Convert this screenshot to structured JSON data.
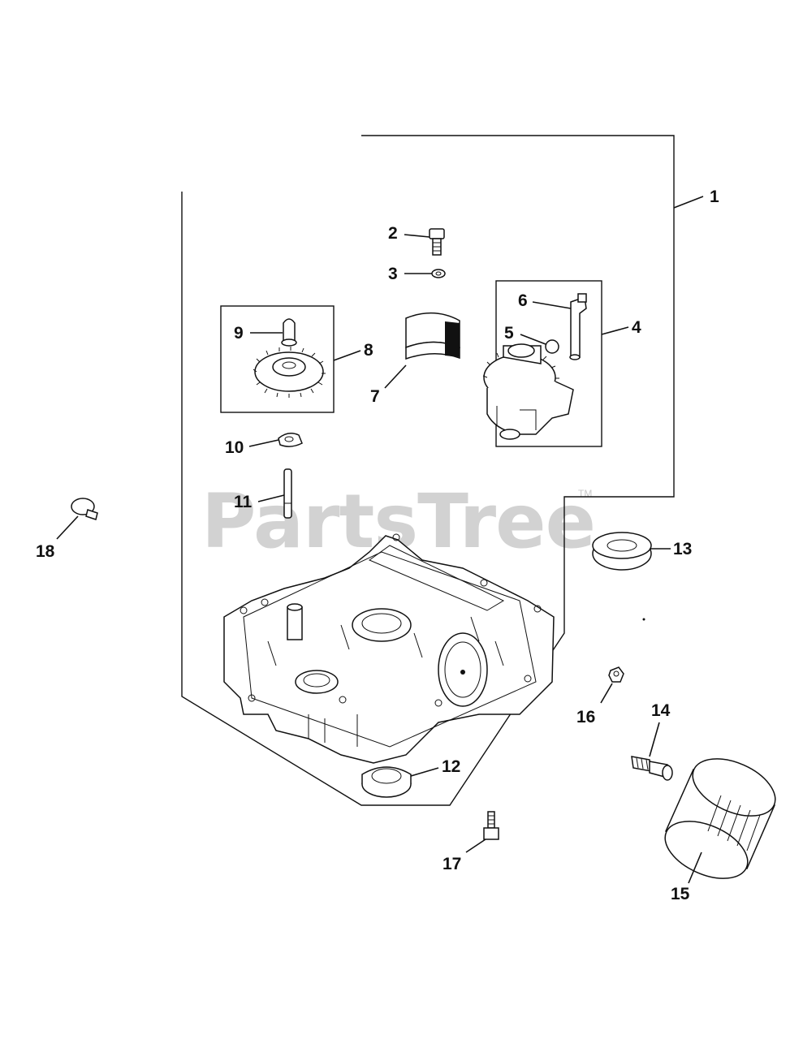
{
  "watermark": {
    "text": "PartsTree",
    "trademark": "TM"
  },
  "callouts": [
    {
      "id": "1",
      "label": "1"
    },
    {
      "id": "2",
      "label": "2"
    },
    {
      "id": "3",
      "label": "3"
    },
    {
      "id": "4",
      "label": "4"
    },
    {
      "id": "5",
      "label": "5"
    },
    {
      "id": "6",
      "label": "6"
    },
    {
      "id": "7",
      "label": "7"
    },
    {
      "id": "8",
      "label": "8"
    },
    {
      "id": "9",
      "label": "9"
    },
    {
      "id": "10",
      "label": "10"
    },
    {
      "id": "11",
      "label": "11"
    },
    {
      "id": "12",
      "label": "12"
    },
    {
      "id": "13",
      "label": "13"
    },
    {
      "id": "14",
      "label": "14"
    },
    {
      "id": "15",
      "label": "15"
    },
    {
      "id": "16",
      "label": "16"
    },
    {
      "id": "17",
      "label": "17"
    },
    {
      "id": "18",
      "label": "18"
    }
  ],
  "colors": {
    "line": "#111111",
    "watermark": "#d2d2d2",
    "background": "#ffffff"
  }
}
